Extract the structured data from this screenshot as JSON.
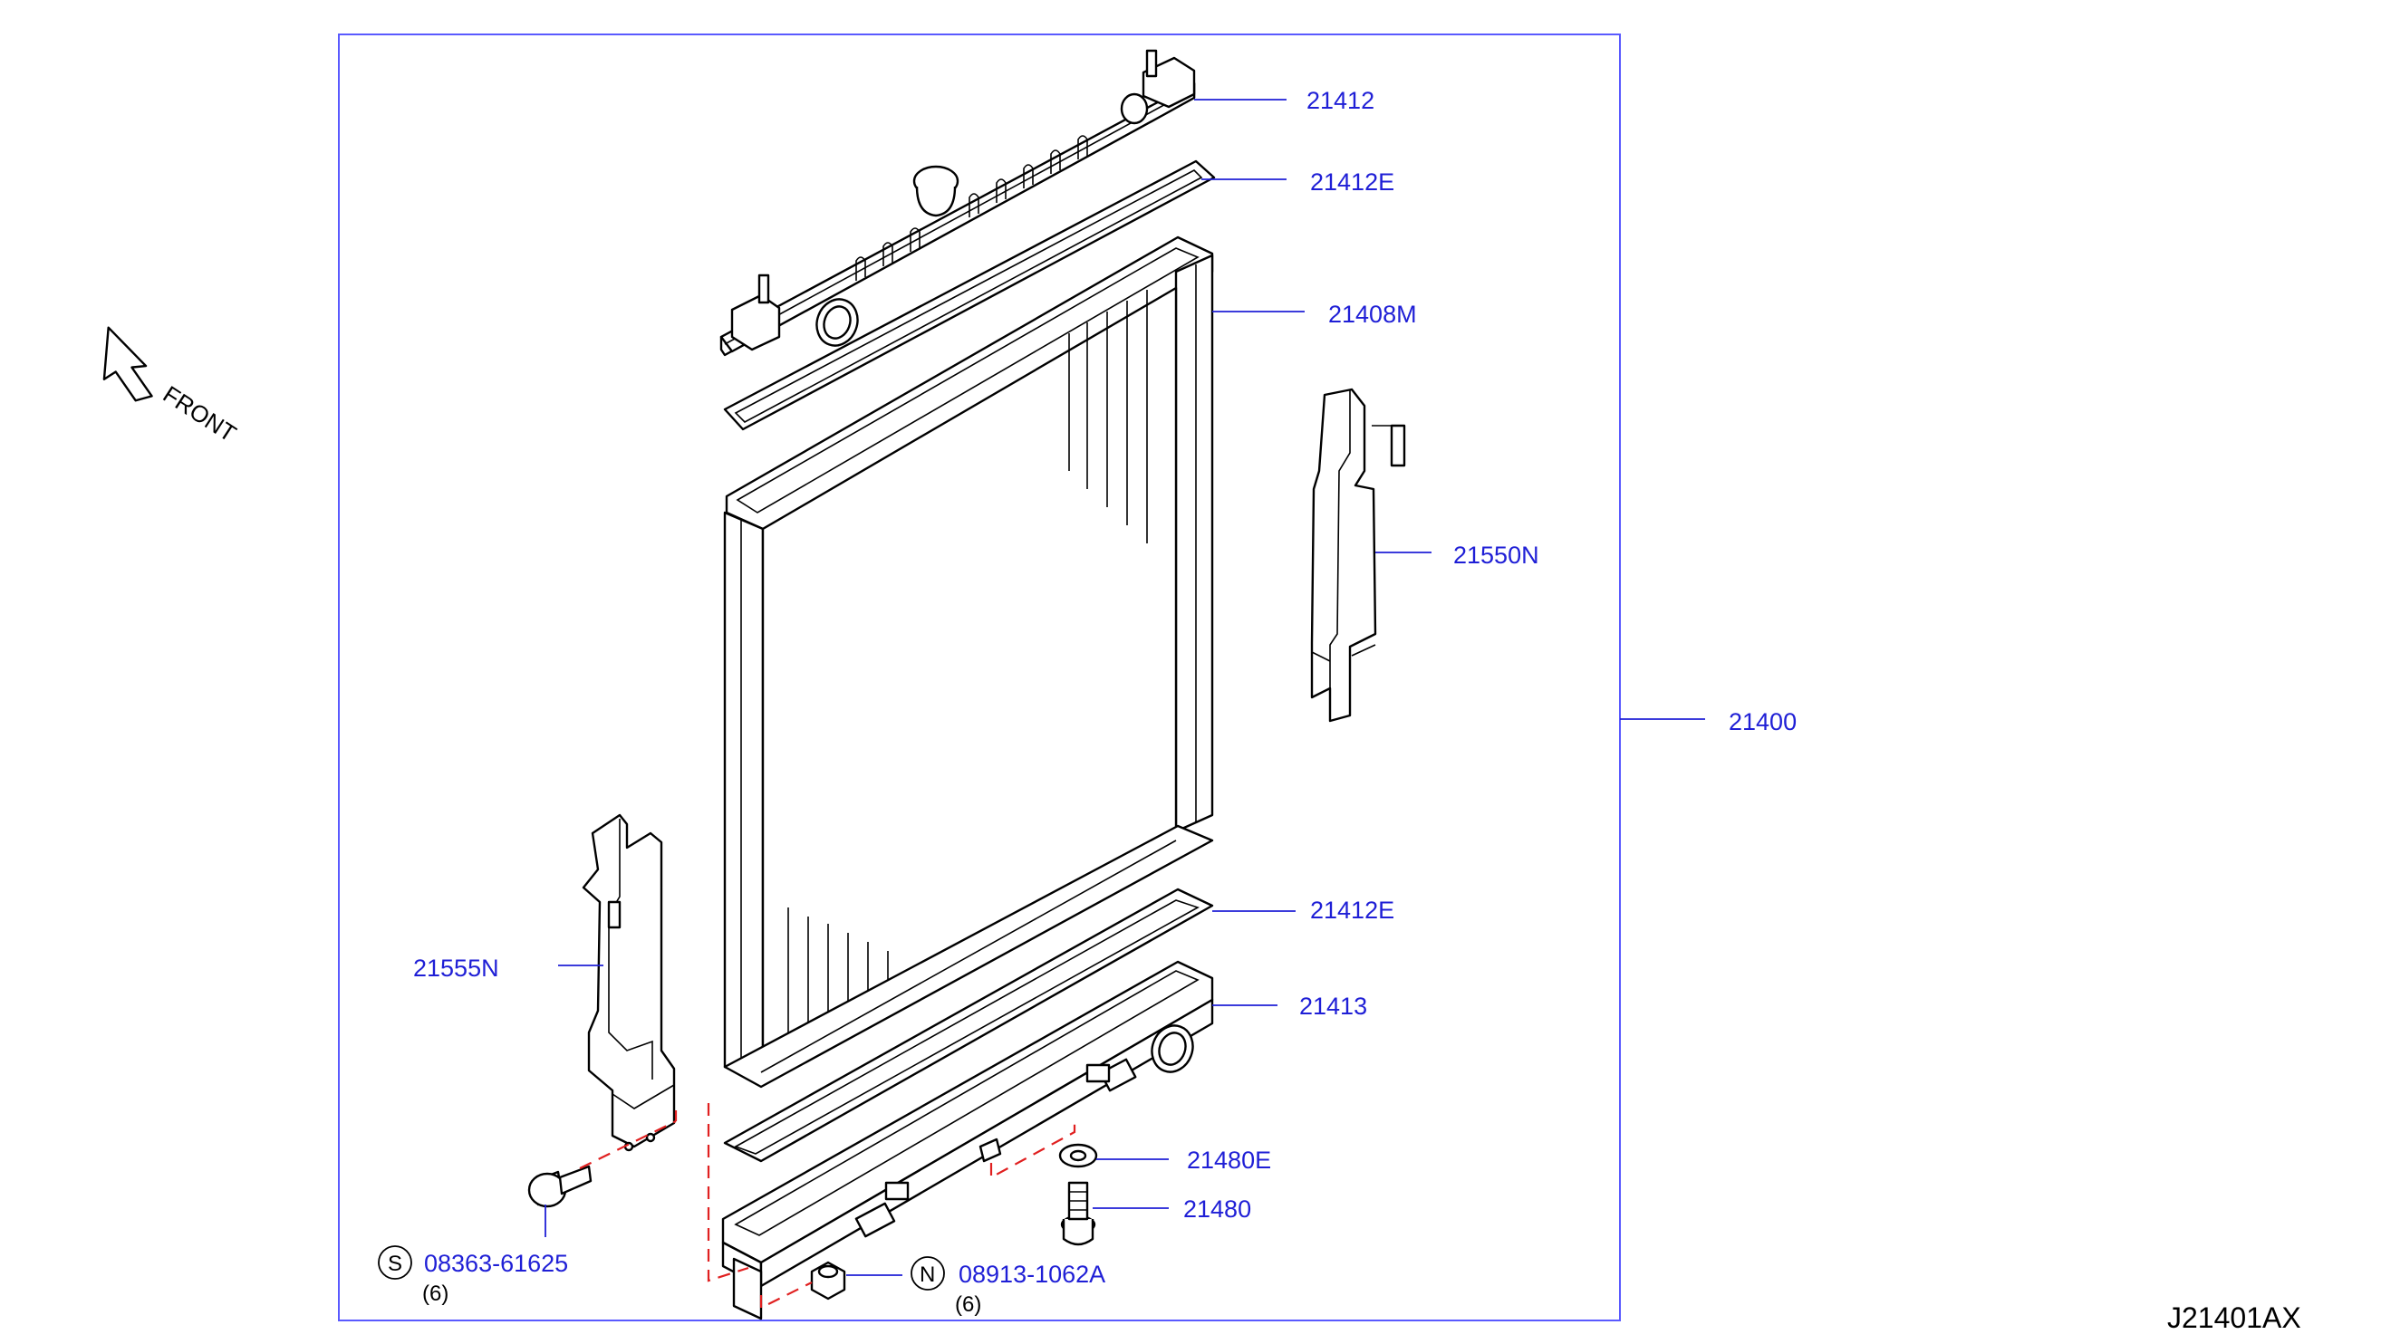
{
  "diagram": {
    "code": "J21401AX",
    "front_label": "FRONT",
    "frame_color": "#1f1fd6",
    "label_color": "#1f1fd6",
    "dash_color": "#e02020"
  },
  "parts": [
    {
      "id": "21412",
      "label": "21412"
    },
    {
      "id": "21412E-top",
      "label": "21412E"
    },
    {
      "id": "21408M",
      "label": "21408M"
    },
    {
      "id": "21550N",
      "label": "21550N"
    },
    {
      "id": "21400",
      "label": "21400"
    },
    {
      "id": "21412E-bottom",
      "label": "21412E"
    },
    {
      "id": "21413",
      "label": "21413"
    },
    {
      "id": "21555N",
      "label": "21555N"
    },
    {
      "id": "21480E",
      "label": "21480E"
    },
    {
      "id": "21480",
      "label": "21480"
    }
  ],
  "fasteners": [
    {
      "symbol": "S",
      "part_number": "08363-61625",
      "qty": "(6)"
    },
    {
      "symbol": "N",
      "part_number": "08913-1062A",
      "qty": "(6)"
    }
  ]
}
